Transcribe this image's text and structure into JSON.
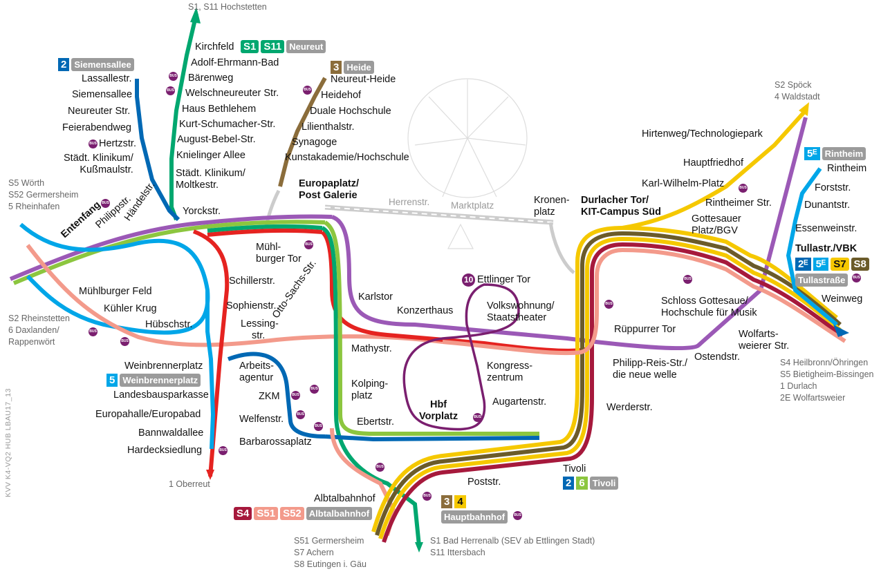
{
  "colors": {
    "s1": "#00a76f",
    "s2": "#9b59b6",
    "s4": "#a6193c",
    "s5": "#00a6e8",
    "s7": "#f5c800",
    "s8": "#6b5b2a",
    "t1": "#e52320",
    "t2": "#0068b4",
    "t3": "#8b6d3b",
    "t4": "#f5c800",
    "t5": "#00a6e8",
    "t6": "#8cc63f",
    "t10": "#7a1f6f",
    "s51": "#f39a8b",
    "street": "#cccccc"
  },
  "badges": {
    "siemensallee": {
      "num": "2",
      "name": "Siemensallee"
    },
    "neureut": {
      "s1": "S1",
      "s11": "S11",
      "name": "Neureut"
    },
    "heide": {
      "num": "3",
      "name": "Heide"
    },
    "rintheim": {
      "num": "5ᴱ",
      "name": "Rintheim"
    },
    "tullastr": {
      "b1": "2ᴱ",
      "b2": "5ᴱ",
      "b3": "S7",
      "b4": "S8",
      "name": "Tullastraße"
    },
    "weinbrenner": {
      "num": "5",
      "name": "Weinbrennerplatz"
    },
    "tivoli": {
      "b1": "2",
      "b2": "6",
      "name": "Tivoli"
    },
    "albtal": {
      "b1": "S4",
      "b2": "S51",
      "b3": "S52",
      "name": "Albtalbahnhof"
    },
    "hbf": {
      "b1": "3",
      "b2": "4",
      "name": "Hauptbahnhof"
    },
    "ettlingertor": {
      "num": "10",
      "name": "Ettlinger Tor"
    }
  },
  "destinations": {
    "north": "S1, S11 Hochstetten",
    "spoeck": [
      "S2 Spöck",
      "4 Waldstadt"
    ],
    "woerth": [
      "S5 Wörth",
      "S52 Germersheim",
      "5 Rheinhafen"
    ],
    "rheinstetten": [
      "S2 Rheinstetten",
      "6 Daxlanden/",
      "Rappenwört"
    ],
    "oberreut": "1 Oberreut",
    "heilbronn": [
      "S4 Heilbronn/Öhringen",
      "S5 Bietigheim-Bissingen",
      "1 Durlach",
      "2E Wolfartsweier"
    ],
    "germersheim": [
      "S51 Germersheim",
      "S7 Achern",
      "S8 Eutingen i. Gäu"
    ],
    "herrenalb": [
      "S1 Bad Herrenalb (SEV ab Ettlingen Stadt)",
      "S11 Ittersbach"
    ]
  },
  "stations": {
    "kirchfeld": "Kirchfeld",
    "ehrmann": "Adolf-Ehrmann-Bad",
    "baerenweg": "Bärenweg",
    "welschneureuter": "Welschneureuter Str.",
    "bethlehem": "Haus Bethlehem",
    "schumacher": "Kurt-Schumacher-Str.",
    "bebel": "August-Bebel-Str.",
    "knielinger": "Knielinger Allee",
    "klinikum_moltke": [
      "Städt. Klinikum/",
      "Moltkestr."
    ],
    "lassalle": "Lassallestr.",
    "siemens": "Siemensallee",
    "neureuterstr": "Neureuter Str.",
    "feierabend": "Feierabendweg",
    "hertz": "Hertzstr.",
    "klinikum_kuss": [
      "Städt. Klinikum/",
      "Kußmaulstr."
    ],
    "neureutheide": "Neureut-Heide",
    "heidehof": "Heidehof",
    "dhbw": "Duale Hochschule",
    "lilienthal": "Lilienthalstr.",
    "synagoge": "Synagoge",
    "kunstakademie": "Kunstakademie/Hochschule",
    "europaplatz": [
      "Europaplatz/",
      "Post Galerie"
    ],
    "herrenstr": "Herrenstr.",
    "marktplatz": "Marktplatz",
    "kronenplatz": [
      "Kronen-",
      "platz"
    ],
    "durlachertor": [
      "Durlacher Tor/",
      "KIT-Campus Süd"
    ],
    "hirtenweg": "Hirtenweg/Technologiepark",
    "hauptfriedhof": "Hauptfriedhof",
    "karlwilhelm": "Karl-Wilhelm-Platz",
    "rintheimerstr": "Rintheimer Str.",
    "gottesauerplatz": [
      "Gottesauer",
      "Platz/BGV"
    ],
    "rintheim": "Rintheim",
    "forst": "Forststr.",
    "dunant": "Dunantstr.",
    "essenwein": "Essenweinstr.",
    "tullastr": "Tullastr./VBK",
    "weinweg": "Weinweg",
    "schlossgottesaue": [
      "Schloss Gottesaue/",
      "Hochschule für Musik"
    ],
    "wolfartsweierer": [
      "Wolfarts-",
      "weierer Str."
    ],
    "ostendstr": "Ostendstr.",
    "philippreis": [
      "Philipp-Reis-Str./",
      "die neue welle"
    ],
    "rueppurrer": "Rüppurrer Tor",
    "werderstr": "Werderstr.",
    "entenfang": "Entenfang",
    "philippstr": "Philippstr.",
    "haendelstr": "Händelstr.",
    "yorckstr": "Yorckstr.",
    "muehlburgertor": [
      "Mühl-",
      "burger Tor"
    ],
    "schillerstr": "Schillerstr.",
    "sophienstr": "Sophienstr.",
    "mfeld": "Mühlburger Feld",
    "kuehler": "Kühler Krug",
    "huebsch": "Hübschstr.",
    "weinbrennerplatz": "Weinbrennerplatz",
    "lbs": "Landesbausparkasse",
    "europahalle": "Europahalle/Europabad",
    "bannwald": "Bannwaldallee",
    "hardeck": "Hardecksiedlung",
    "karlstor": "Karlstor",
    "konzerthaus": "Konzerthaus",
    "ettlingertor": "Ettlinger Tor",
    "volkswohnung": [
      "Volkswohnung/",
      "Staatstheater"
    ],
    "kongress": [
      "Kongress-",
      "zentrum"
    ],
    "augarten": "Augartenstr.",
    "hbf": [
      "Hbf",
      "Vorplatz"
    ],
    "lessing": [
      "Lessing-",
      "str."
    ],
    "ottosachs": [
      "Otto-",
      "Sachs-Str."
    ],
    "arbeitsagentur": [
      "Arbeits-",
      "agentur"
    ],
    "zkm": "ZKM",
    "welfen": "Welfenstr.",
    "barbarossa": "Barbarossaplatz",
    "mathy": "Mathystr.",
    "kolping": [
      "Kolping-",
      "platz"
    ],
    "ebert": "Ebertstr.",
    "albtal": "Albtalbahnhof",
    "poststr": "Poststr.",
    "tivoli": "Tivoli"
  },
  "side_text": "KVV  K4-VQ2  HUB  LBAU17_13",
  "bus_label": "BUS"
}
